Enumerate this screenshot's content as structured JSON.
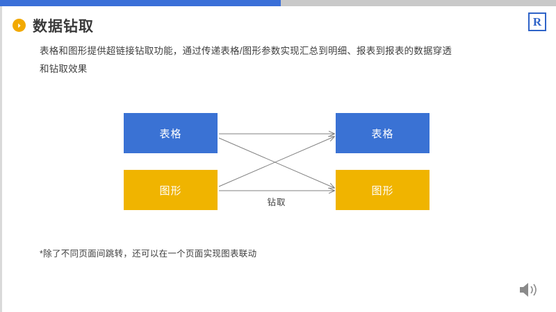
{
  "slide": {
    "title": "数据钻取",
    "subtitle": "表格和图形提供超链接钻取功能，通过传递表格/图形参数实现汇总到明细、报表到报表的数据穿透和钻取效果",
    "footnote": "*除了不同页面间跳转，还可以在一个页面实现图表联动",
    "logo_text": "R",
    "bullet_icon": "chevron-right-icon",
    "speaker_icon": "speaker-mute-icon"
  },
  "diagram": {
    "nodes": [
      {
        "id": "source-table",
        "label": "表格",
        "color": "#3A72D4"
      },
      {
        "id": "target-table",
        "label": "表格",
        "color": "#3A72D4"
      },
      {
        "id": "source-chart",
        "label": "图形",
        "color": "#F0B400"
      },
      {
        "id": "target-chart",
        "label": "图形",
        "color": "#F0B400"
      }
    ],
    "edge_label": "钻取",
    "edge_color": "#808080"
  },
  "theme": {
    "accent_blue": "#3A6FD8",
    "accent_grey": "#C9C9C9",
    "bullet_orange": "#F2A900",
    "logo_blue": "#2E63C8"
  }
}
